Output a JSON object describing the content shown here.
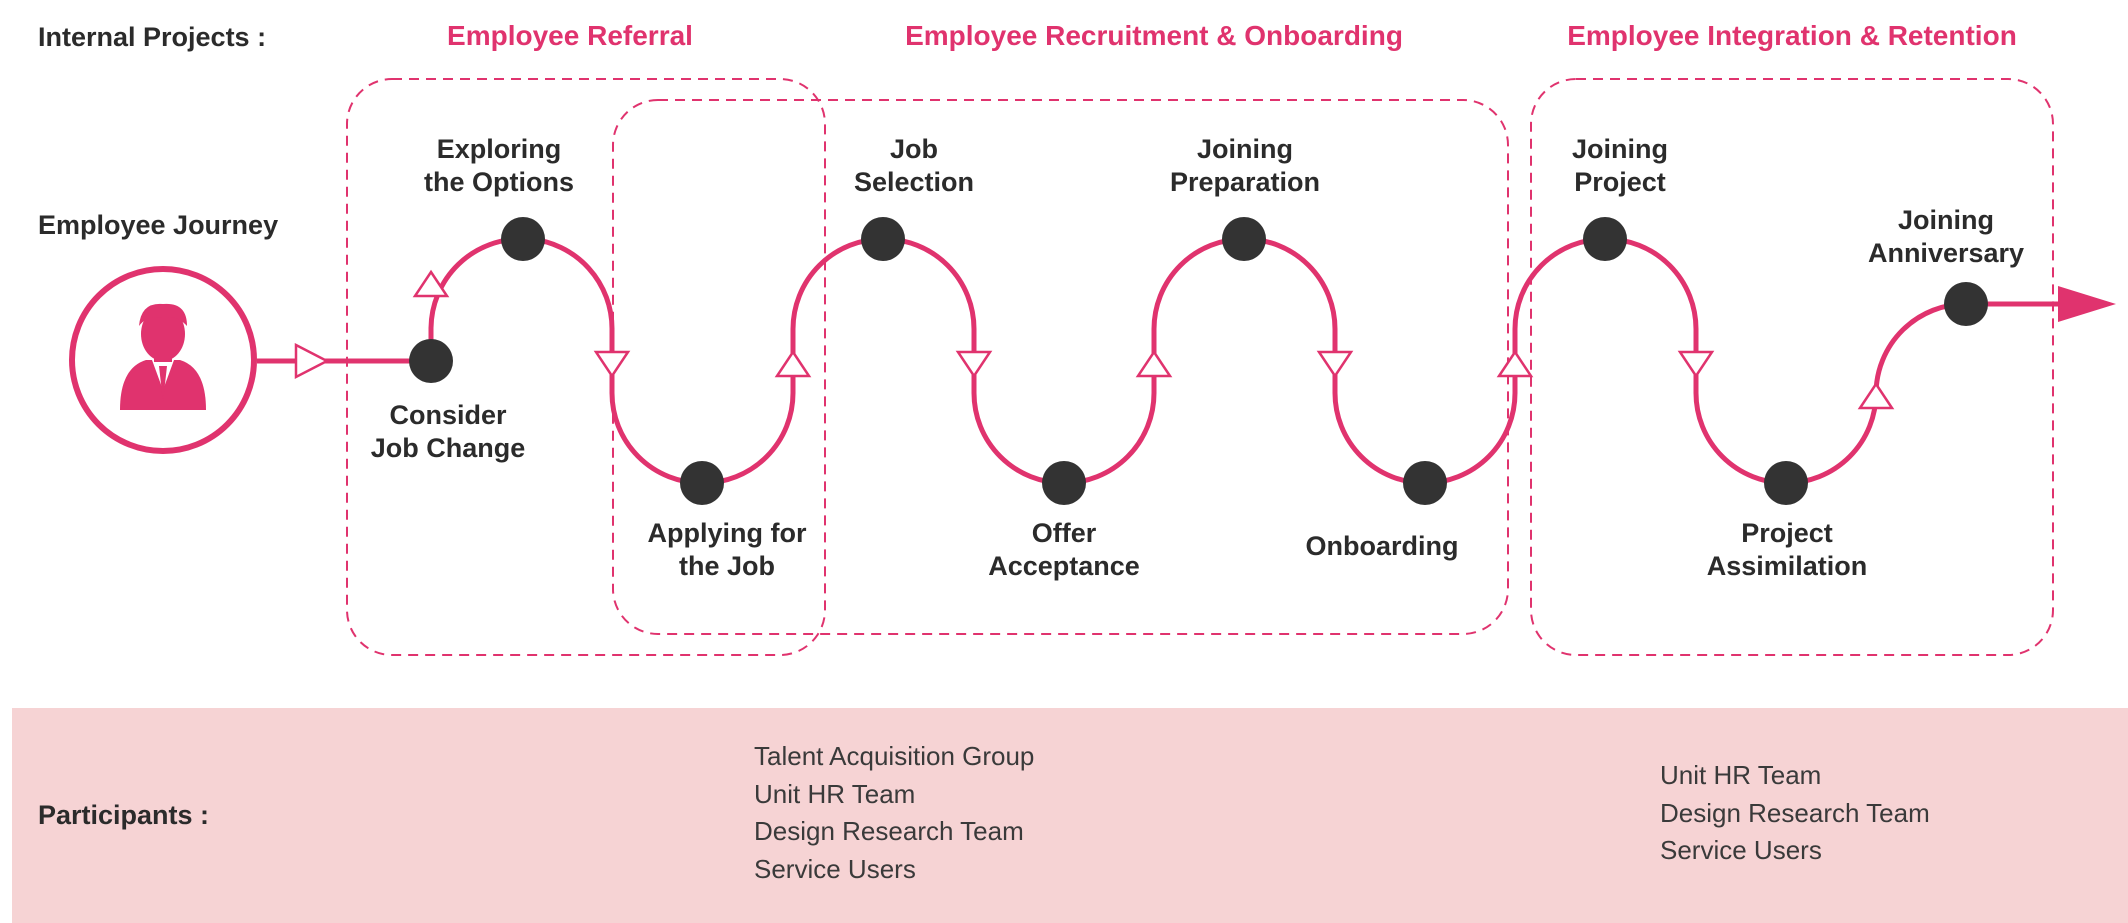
{
  "header": {
    "internal_projects_label": "Internal Projects :",
    "employee_journey_label": "Employee Journey"
  },
  "groups": {
    "referral": "Employee Referral",
    "recruitment": "Employee Recruitment & Onboarding",
    "integration": "Employee Integration & Retention"
  },
  "stages": [
    {
      "line1": "Consider",
      "line2": "Job Change"
    },
    {
      "line1": "Exploring",
      "line2": "the Options"
    },
    {
      "line1": "Applying for",
      "line2": "the Job"
    },
    {
      "line1": "Job",
      "line2": "Selection"
    },
    {
      "line1": "Offer",
      "line2": "Acceptance"
    },
    {
      "line1": "Joining",
      "line2": "Preparation"
    },
    {
      "line1": "Onboarding",
      "line2": ""
    },
    {
      "line1": "Joining",
      "line2": "Project"
    },
    {
      "line1": "Project",
      "line2": "Assimilation"
    },
    {
      "line1": "Joining",
      "line2": "Anniversary"
    }
  ],
  "participants": {
    "label": "Participants :",
    "recruitment_group": [
      "Talent Acquisition Group",
      "Unit HR Team",
      "Design Research Team",
      "Service Users"
    ],
    "integration_group": [
      "Unit HR Team",
      "Design Research Team",
      "Service Users"
    ]
  },
  "colors": {
    "accent": "#e0336e",
    "node": "#333333",
    "band": "#f6d3d4",
    "text": "#2b2b2b"
  },
  "icons": {
    "avatar": "employee-avatar-icon",
    "flow_arrow": "triangle-arrow-icon",
    "end_arrow": "arrowhead-icon"
  }
}
